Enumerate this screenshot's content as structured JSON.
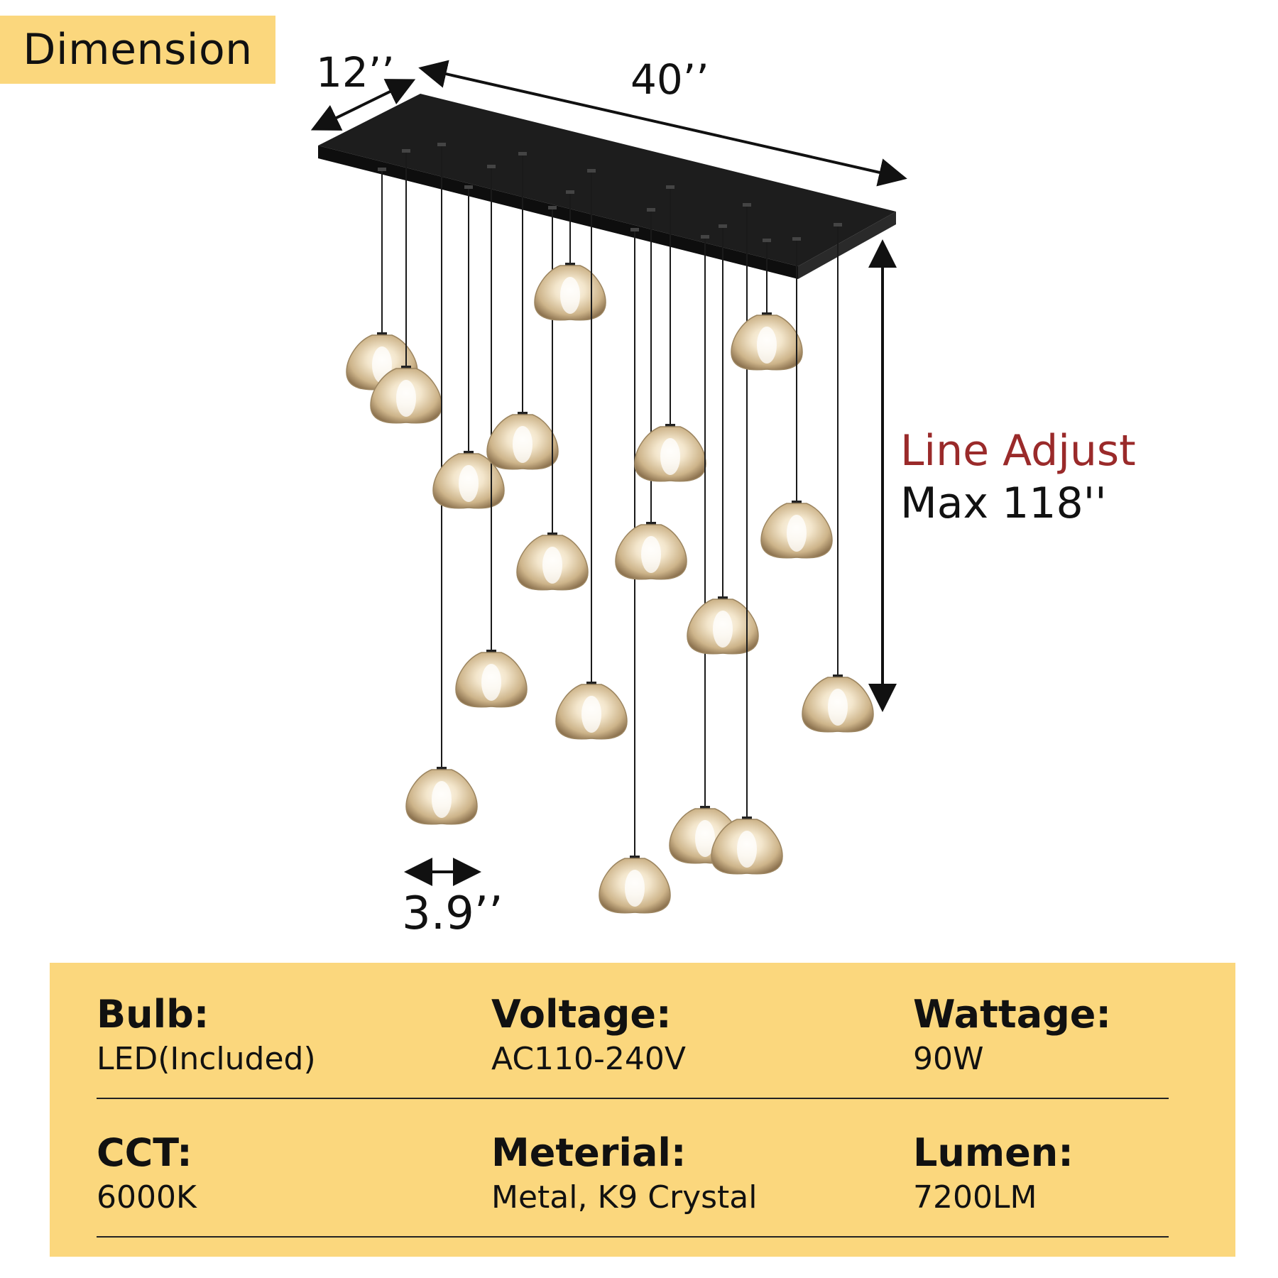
{
  "header": {
    "badge": "Dimension"
  },
  "dimensions": {
    "depth": "12’’",
    "length": "40’’",
    "shade_width": "3.9’’",
    "line_adjust_title": "Line Adjust",
    "line_adjust_value": "Max 118''"
  },
  "specs": {
    "bulb": {
      "label": "Bulb:",
      "value": "LED(Included)"
    },
    "voltage": {
      "label": "Voltage:",
      "value": "AC110-240V"
    },
    "wattage": {
      "label": "Wattage:",
      "value": "90W"
    },
    "cct": {
      "label": "CCT:",
      "value": "6000K"
    },
    "material": {
      "label": "Meterial:",
      "value": "Metal, K9 Crystal"
    },
    "lumen": {
      "label": "Lumen:",
      "value": "7200LM"
    }
  },
  "colors": {
    "accent_yellow": "#fbd77d",
    "canopy_black": "#151515",
    "line_adjust_red": "#9a2a2a",
    "glass_amber": "#d8c29c"
  },
  "illustration": {
    "fixture": "rectangular canopy chandelier with 18 crystal pendant shades",
    "pendant_count": 18
  }
}
